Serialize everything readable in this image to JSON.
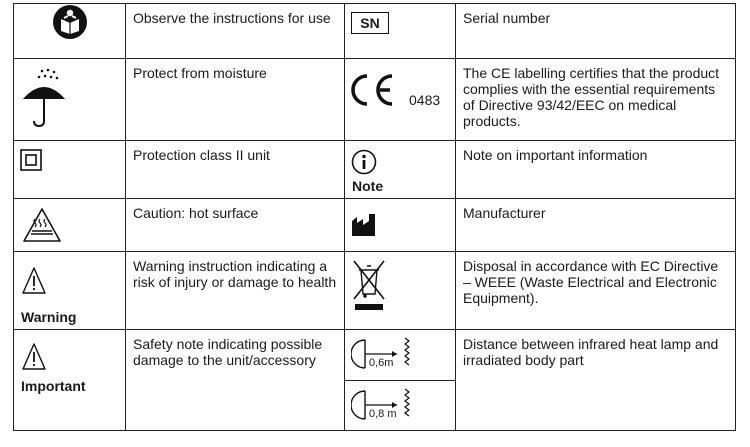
{
  "left": [
    {
      "text": "Observe the instructions for use",
      "icon": "manual-icon"
    },
    {
      "text": "Protect from moisture",
      "icon": "umbrella-icon"
    },
    {
      "text": "Protection class II unit",
      "icon": "class-ii-icon"
    },
    {
      "text": "Caution: hot surface",
      "icon": "hot-surface-icon"
    },
    {
      "text": "Warning instruction indicating a risk of injury or damage to health",
      "caption": "Warning",
      "icon": "warning-triangle-icon"
    },
    {
      "text": "Safety note indicating possible damage to the unit/accessory",
      "caption": "Important",
      "icon": "important-triangle-icon"
    }
  ],
  "right": [
    {
      "text": "Serial number",
      "icon": "serial-number-icon",
      "symbol_text": "SN"
    },
    {
      "text": "The CE labelling certifies that the product complies with the essential requirements of Directive 93/42/EEC on medical products.",
      "icon": "ce-mark-icon",
      "symbol_text": "0483"
    },
    {
      "text": "Note on important information",
      "caption": "Note",
      "icon": "info-icon"
    },
    {
      "text": "Manufacturer",
      "icon": "manufacturer-icon"
    },
    {
      "text": "Disposal in accordance with EC Directive – WEEE (Waste Electrical and Electronic Equipment).",
      "icon": "weee-bin-icon"
    },
    {
      "text": "Distance between infrared heat lamp and irradiated body part",
      "icon": "distance-icon",
      "distances": [
        "0,6m",
        "0,8 m"
      ]
    }
  ]
}
